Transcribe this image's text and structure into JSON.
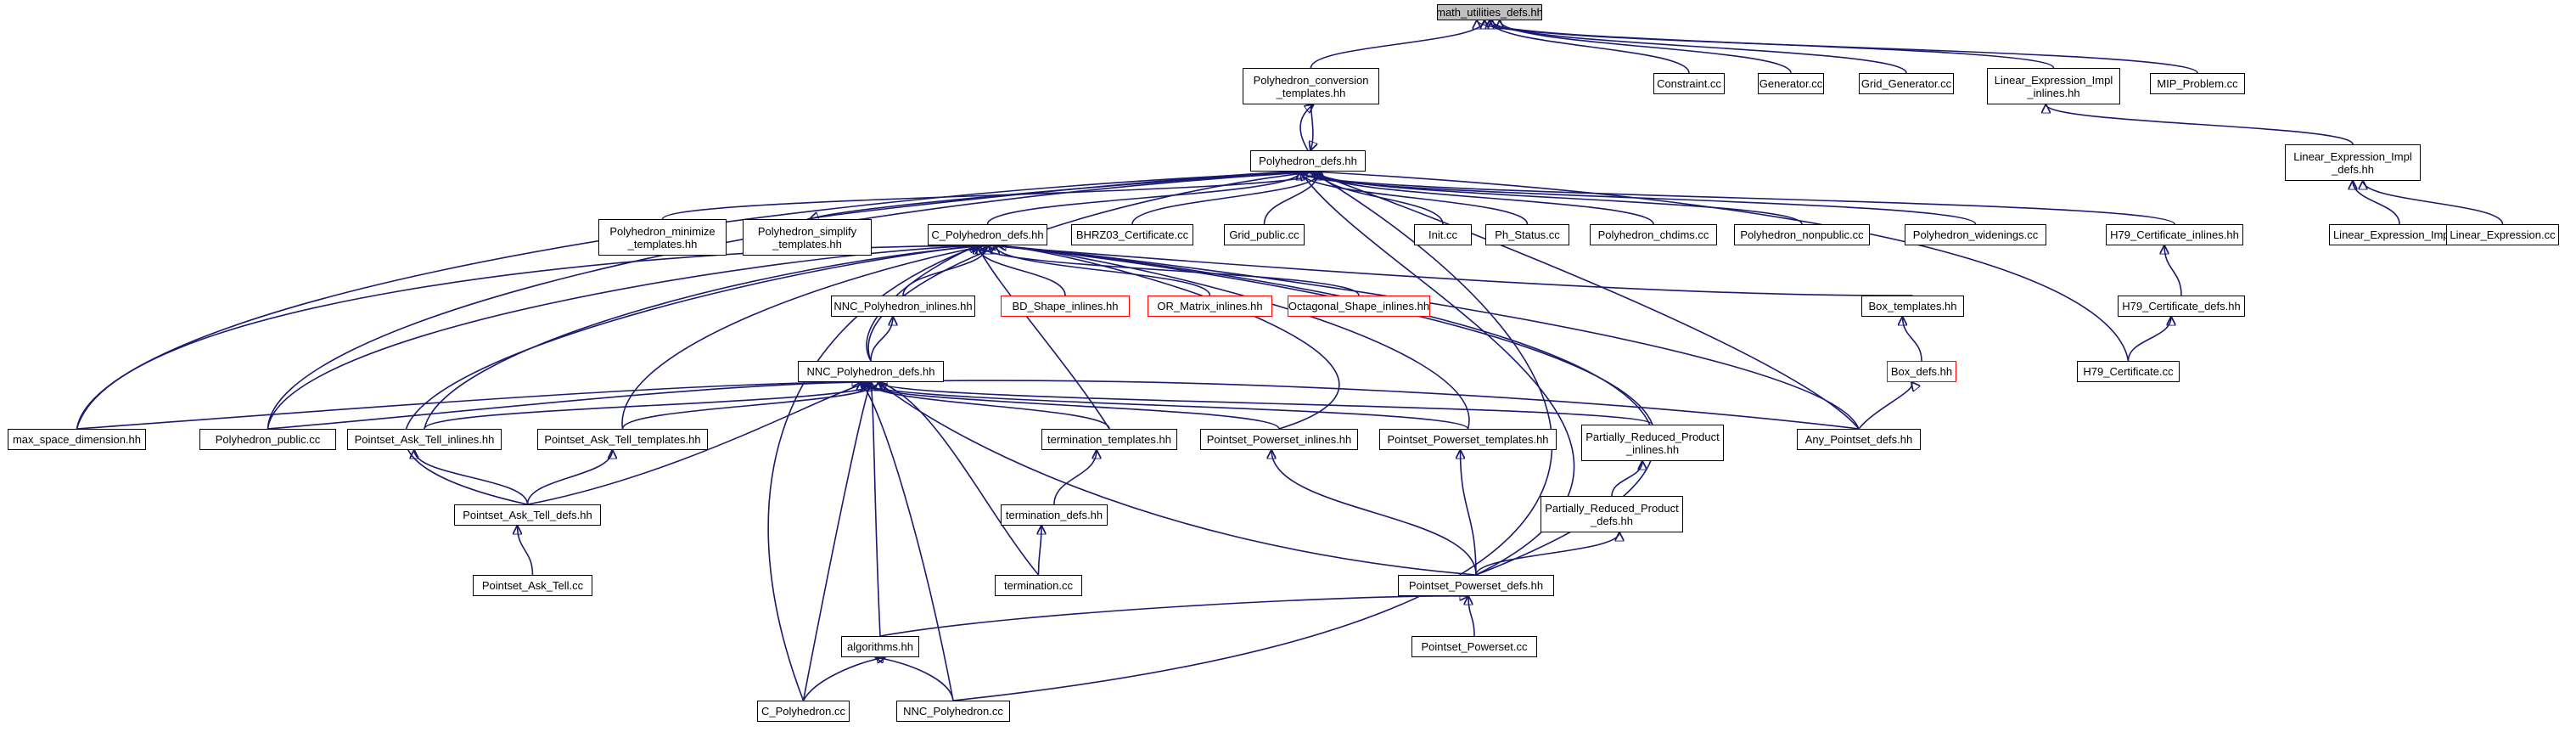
{
  "diagram": {
    "colors": {
      "edge": "#191970",
      "node_border": "#000000",
      "missing_border": "#ff0000",
      "root_fill": "#bfbfbf"
    },
    "nodes": [
      {
        "id": "math",
        "label": "math_utilities_defs.hh",
        "style": "root"
      },
      {
        "id": "pconv",
        "label": "Polyhedron_conversion\n_templates.hh"
      },
      {
        "id": "constraint",
        "label": "Constraint.cc"
      },
      {
        "id": "generator",
        "label": "Generator.cc"
      },
      {
        "id": "gridgen",
        "label": "Grid_Generator.cc"
      },
      {
        "id": "leinl",
        "label": "Linear_Expression_Impl\n_inlines.hh"
      },
      {
        "id": "mip",
        "label": "MIP_Problem.cc"
      },
      {
        "id": "pdefs",
        "label": "Polyhedron_defs.hh"
      },
      {
        "id": "ledefs",
        "label": "Linear_Expression_Impl\n_defs.hh"
      },
      {
        "id": "pmin",
        "label": "Polyhedron_minimize\n_templates.hh"
      },
      {
        "id": "psimp",
        "label": "Polyhedron_simplify\n_templates.hh"
      },
      {
        "id": "cpdefs",
        "label": "C_Polyhedron_defs.hh"
      },
      {
        "id": "bhrz",
        "label": "BHRZ03_Certificate.cc"
      },
      {
        "id": "gridpub",
        "label": "Grid_public.cc"
      },
      {
        "id": "init",
        "label": "Init.cc"
      },
      {
        "id": "phstat",
        "label": "Ph_Status.cc"
      },
      {
        "id": "pchdims",
        "label": "Polyhedron_chdims.cc"
      },
      {
        "id": "pnonpub",
        "label": "Polyhedron_nonpublic.cc"
      },
      {
        "id": "pwiden",
        "label": "Polyhedron_widenings.cc"
      },
      {
        "id": "h79inl",
        "label": "H79_Certificate_inlines.hh"
      },
      {
        "id": "leimpl",
        "label": "Linear_Expression_Impl.cc"
      },
      {
        "id": "lexpr",
        "label": "Linear_Expression.cc"
      },
      {
        "id": "nncinl",
        "label": "NNC_Polyhedron_inlines.hh"
      },
      {
        "id": "bdshape",
        "label": "BD_Shape_inlines.hh",
        "style": "missing"
      },
      {
        "id": "ormatrix",
        "label": "OR_Matrix_inlines.hh",
        "style": "missing"
      },
      {
        "id": "octa",
        "label": "Octagonal_Shape_inlines.hh",
        "style": "missing"
      },
      {
        "id": "boxtpl",
        "label": "Box_templates.hh"
      },
      {
        "id": "h79defs",
        "label": "H79_Certificate_defs.hh"
      },
      {
        "id": "nncdefs",
        "label": "NNC_Polyhedron_defs.hh"
      },
      {
        "id": "boxdefs",
        "label": "Box_defs.hh",
        "style": "missing"
      },
      {
        "id": "h79cc",
        "label": "H79_Certificate.cc"
      },
      {
        "id": "maxsd",
        "label": "max_space_dimension.hh"
      },
      {
        "id": "ppub",
        "label": "Polyhedron_public.cc"
      },
      {
        "id": "patinl",
        "label": "Pointset_Ask_Tell_inlines.hh"
      },
      {
        "id": "pattpl",
        "label": "Pointset_Ask_Tell_templates.hh"
      },
      {
        "id": "termtpl",
        "label": "termination_templates.hh"
      },
      {
        "id": "ppinl",
        "label": "Pointset_Powerset_inlines.hh"
      },
      {
        "id": "pptpl",
        "label": "Pointset_Powerset_templates.hh"
      },
      {
        "id": "prpinl",
        "label": "Partially_Reduced_Product\n_inlines.hh"
      },
      {
        "id": "anyps",
        "label": "Any_Pointset_defs.hh"
      },
      {
        "id": "patdefs",
        "label": "Pointset_Ask_Tell_defs.hh"
      },
      {
        "id": "termdefs",
        "label": "termination_defs.hh"
      },
      {
        "id": "prpdefs",
        "label": "Partially_Reduced_Product\n_defs.hh"
      },
      {
        "id": "patcc",
        "label": "Pointset_Ask_Tell.cc"
      },
      {
        "id": "termcc",
        "label": "termination.cc"
      },
      {
        "id": "ppdefs",
        "label": "Pointset_Powerset_defs.hh"
      },
      {
        "id": "algo",
        "label": "algorithms.hh"
      },
      {
        "id": "ppcc",
        "label": "Pointset_Powerset.cc"
      },
      {
        "id": "cpcc",
        "label": "C_Polyhedron.cc"
      },
      {
        "id": "nnccc",
        "label": "NNC_Polyhedron.cc"
      }
    ],
    "edges": [
      [
        "pconv",
        "math"
      ],
      [
        "constraint",
        "math"
      ],
      [
        "generator",
        "math"
      ],
      [
        "gridgen",
        "math"
      ],
      [
        "leinl",
        "math"
      ],
      [
        "mip",
        "math"
      ],
      [
        "pdefs",
        "pconv"
      ],
      [
        "pconv",
        "pdefs"
      ],
      [
        "ledefs",
        "leinl"
      ],
      [
        "pmin",
        "pdefs"
      ],
      [
        "psimp",
        "pdefs"
      ],
      [
        "cpdefs",
        "pdefs"
      ],
      [
        "bhrz",
        "pdefs"
      ],
      [
        "gridpub",
        "pdefs"
      ],
      [
        "init",
        "pdefs"
      ],
      [
        "phstat",
        "pdefs"
      ],
      [
        "pchdims",
        "pdefs"
      ],
      [
        "pnonpub",
        "pdefs"
      ],
      [
        "pwiden",
        "pdefs"
      ],
      [
        "h79inl",
        "pdefs"
      ],
      [
        "maxsd",
        "pdefs"
      ],
      [
        "ppub",
        "pdefs"
      ],
      [
        "nncdefs",
        "pdefs"
      ],
      [
        "anyps",
        "pdefs"
      ],
      [
        "ppdefs",
        "pdefs"
      ],
      [
        "nnccc",
        "pdefs"
      ],
      [
        "h79cc",
        "pdefs"
      ],
      [
        "pdefs",
        "psimp"
      ],
      [
        "leimpl",
        "ledefs"
      ],
      [
        "lexpr",
        "ledefs"
      ],
      [
        "h79defs",
        "h79inl"
      ],
      [
        "h79cc",
        "h79defs"
      ],
      [
        "nncinl",
        "cpdefs"
      ],
      [
        "bdshape",
        "cpdefs"
      ],
      [
        "ormatrix",
        "cpdefs"
      ],
      [
        "octa",
        "cpdefs"
      ],
      [
        "boxtpl",
        "cpdefs"
      ],
      [
        "maxsd",
        "cpdefs"
      ],
      [
        "ppub",
        "cpdefs"
      ],
      [
        "patinl",
        "cpdefs"
      ],
      [
        "pattpl",
        "cpdefs"
      ],
      [
        "termtpl",
        "cpdefs"
      ],
      [
        "ppinl",
        "cpdefs"
      ],
      [
        "pptpl",
        "cpdefs"
      ],
      [
        "prpinl",
        "cpdefs"
      ],
      [
        "anyps",
        "cpdefs"
      ],
      [
        "patdefs",
        "cpdefs"
      ],
      [
        "ppdefs",
        "cpdefs"
      ],
      [
        "cpcc",
        "cpdefs"
      ],
      [
        "nncdefs",
        "cpdefs"
      ],
      [
        "boxdefs",
        "boxtpl"
      ],
      [
        "anyps",
        "boxdefs"
      ],
      [
        "nncdefs",
        "nncinl"
      ],
      [
        "maxsd",
        "nncdefs"
      ],
      [
        "ppub",
        "nncdefs"
      ],
      [
        "patinl",
        "nncdefs"
      ],
      [
        "pattpl",
        "nncdefs"
      ],
      [
        "termtpl",
        "nncdefs"
      ],
      [
        "ppinl",
        "nncdefs"
      ],
      [
        "pptpl",
        "nncdefs"
      ],
      [
        "prpinl",
        "nncdefs"
      ],
      [
        "anyps",
        "nncdefs"
      ],
      [
        "patdefs",
        "nncdefs"
      ],
      [
        "ppdefs",
        "nncdefs"
      ],
      [
        "termcc",
        "nncdefs"
      ],
      [
        "algo",
        "nncdefs"
      ],
      [
        "cpcc",
        "nncdefs"
      ],
      [
        "nnccc",
        "nncdefs"
      ],
      [
        "patdefs",
        "patinl"
      ],
      [
        "patdefs",
        "pattpl"
      ],
      [
        "patcc",
        "patdefs"
      ],
      [
        "termdefs",
        "termtpl"
      ],
      [
        "termcc",
        "termdefs"
      ],
      [
        "ppdefs",
        "ppinl"
      ],
      [
        "ppdefs",
        "pptpl"
      ],
      [
        "prpdefs",
        "prpinl"
      ],
      [
        "ppdefs",
        "prpdefs"
      ],
      [
        "ppcc",
        "ppdefs"
      ],
      [
        "algo",
        "ppdefs"
      ],
      [
        "cpcc",
        "algo"
      ],
      [
        "nnccc",
        "algo"
      ]
    ]
  }
}
